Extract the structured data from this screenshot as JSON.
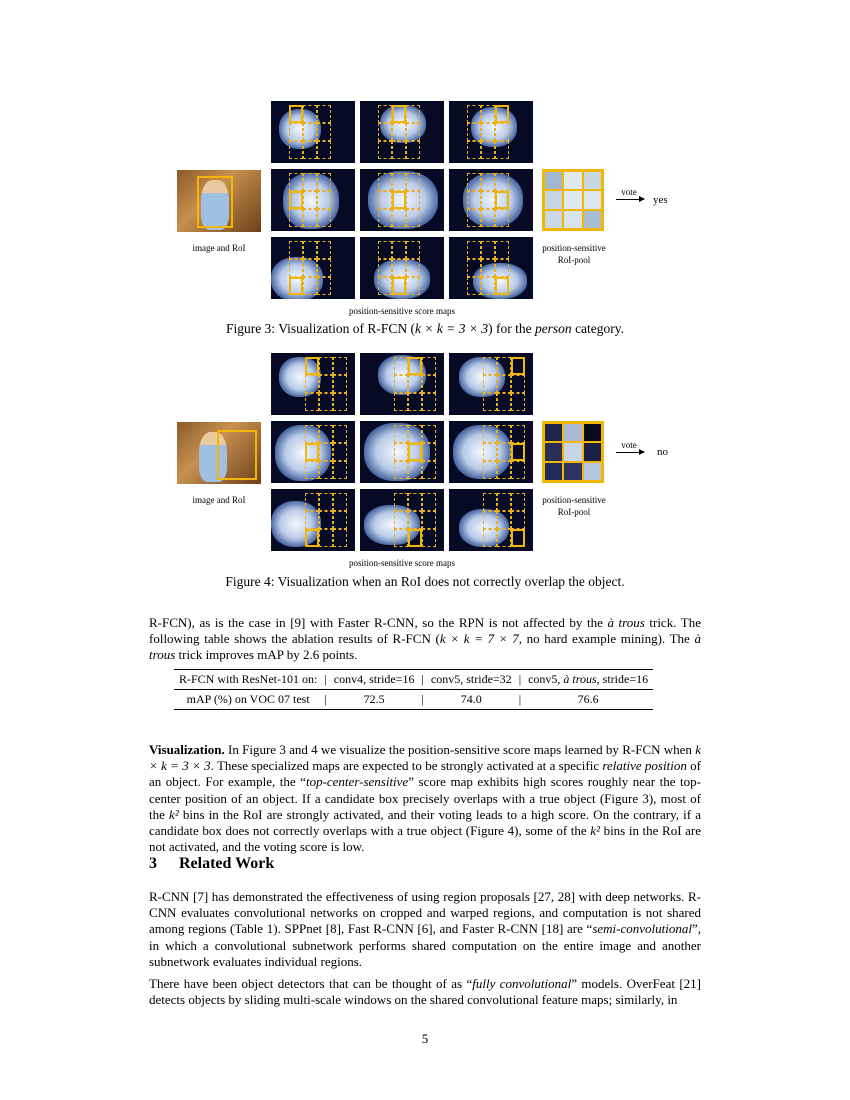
{
  "figure3": {
    "image_label": "image and RoI",
    "maps_label": "position-sensitive score maps",
    "pool_label_line1": "position-sensitive",
    "pool_label_line2": "RoI-pool",
    "vote_label": "vote",
    "result": "yes",
    "caption_prefix": "Figure 3: Visualization of R-FCN (",
    "caption_math": "k × k = 3 × 3",
    "caption_mid": ") for the ",
    "caption_em": "person",
    "caption_suffix": " category."
  },
  "figure4": {
    "image_label": "image and RoI",
    "maps_label": "position-sensitive score maps",
    "pool_label_line1": "position-sensitive",
    "pool_label_line2": "RoI-pool",
    "vote_label": "vote",
    "result": "no",
    "caption": "Figure 4: Visualization when an RoI does not correctly overlap the object."
  },
  "colors": {
    "box_yellow": "#f2b705",
    "map_dark": "#060a24",
    "pool_cells_fig3": [
      "#9fb8cf",
      "#dfe9ef",
      "#c8d8e2",
      "#c6d6e2",
      "#dde9ee",
      "#dbe7ee",
      "#cbd9e4",
      "#d8e4ec",
      "#a8bed2"
    ],
    "pool_cells_fig4": [
      "#20264a",
      "#aab6d2",
      "#080b1e",
      "#2a2f58",
      "#c9d4e6",
      "#1c2044",
      "#232956",
      "#2e3360",
      "#b4c4dc"
    ]
  },
  "intro_paragraph": {
    "t1": "R-FCN), as is the case in [9] with Faster R-CNN, so the RPN is not affected by the ",
    "em1": "à trous",
    "t2": " trick. The following table shows the ablation results of R-FCN (",
    "math1": "k × k = 7 × 7",
    "t3": ", no hard example mining). The ",
    "em2": "à trous",
    "t4": " trick improves mAP by 2.6 points."
  },
  "table": {
    "header": [
      "R-FCN with ResNet-101 on:",
      "conv4, stride=16",
      "conv5, stride=32",
      "conv5, ",
      "à trous",
      ", stride=16"
    ],
    "row_label": "mAP (%) on VOC 07 test",
    "values": [
      "72.5",
      "74.0",
      "76.6"
    ]
  },
  "visualization": {
    "lead": "Visualization.",
    "t1": " In Figure 3 and 4 we visualize the position-sensitive score maps learned by R-FCN when ",
    "math1": "k × k = 3 × 3",
    "t2": ". These specialized maps are expected to be strongly activated at a specific ",
    "em1": "relative position",
    "t3": " of an object. For example, the “",
    "em2": "top-center-sensitive",
    "t4": "” score map exhibits high scores roughly near the top-center position of an object. If a candidate box precisely overlaps with a true object (Figure 3), most of the ",
    "math2": "k²",
    "t5": " bins in the RoI are strongly activated, and their voting leads to a high score. On the contrary, if a candidate box does not correctly overlaps with a true object (Figure 4), some of the ",
    "math3": "k²",
    "t6": " bins in the RoI are not activated, and the voting score is low."
  },
  "section": {
    "number": "3",
    "title": "Related Work"
  },
  "related_p1": {
    "t1": "R-CNN [7] has demonstrated the effectiveness of using region proposals [27, 28] with deep networks. R-CNN evaluates convolutional networks on cropped and warped regions, and computation is not shared among regions (Table 1). SPPnet [8], Fast R-CNN [6], and Faster R-CNN [18] are “",
    "em1": "semi-convolutional",
    "t2": "”, in which a convolutional subnetwork performs shared computation on the entire image and another subnetwork evaluates individual regions."
  },
  "related_p2": {
    "t1": "There have been object detectors that can be thought of as “",
    "em1": "fully convolutional",
    "t2": "” models. OverFeat [21] detects objects by sliding multi-scale windows on the shared convolutional feature maps; similarly, in"
  },
  "page_number": "5"
}
